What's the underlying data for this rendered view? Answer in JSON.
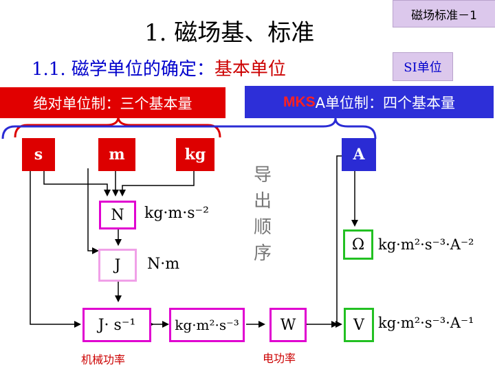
{
  "tag_top": "磁场标准－1",
  "title": "1. 磁场基、标准",
  "subtitle_prefix": "1.1. 磁学单位的确定：",
  "subtitle_red": "基本单位",
  "si_tag": "SI单位",
  "cgs_banner": "绝对单位制：三个基本量",
  "mks_banner_prefix": "MKS",
  "mks_banner_rest": "A单位制：四个基本量",
  "base_units": {
    "s": "s",
    "m": "m",
    "kg": "kg",
    "A": "A"
  },
  "derived": {
    "N": "N",
    "N_expr": "kg·m·s⁻²",
    "J": "J",
    "J_expr": "N·m",
    "Js": "J· s⁻¹",
    "Js_expr": "kg·m²·s⁻³",
    "Js_label": "机械功率",
    "W": "W",
    "W_label": "电功率",
    "Omega": "Ω",
    "Omega_expr": "kg·m²·s⁻³·A⁻²",
    "V": "V",
    "V_expr": "kg·m²·s⁻³·A⁻¹"
  },
  "vertical_note": [
    "导",
    "出",
    "顺",
    "序"
  ],
  "colors": {
    "red": "#dd0000",
    "blue": "#2a2bd4",
    "magenta": "#e000d0",
    "pink": "#f0a0e8",
    "green": "#22c022",
    "tag": "#dcc8ec"
  }
}
